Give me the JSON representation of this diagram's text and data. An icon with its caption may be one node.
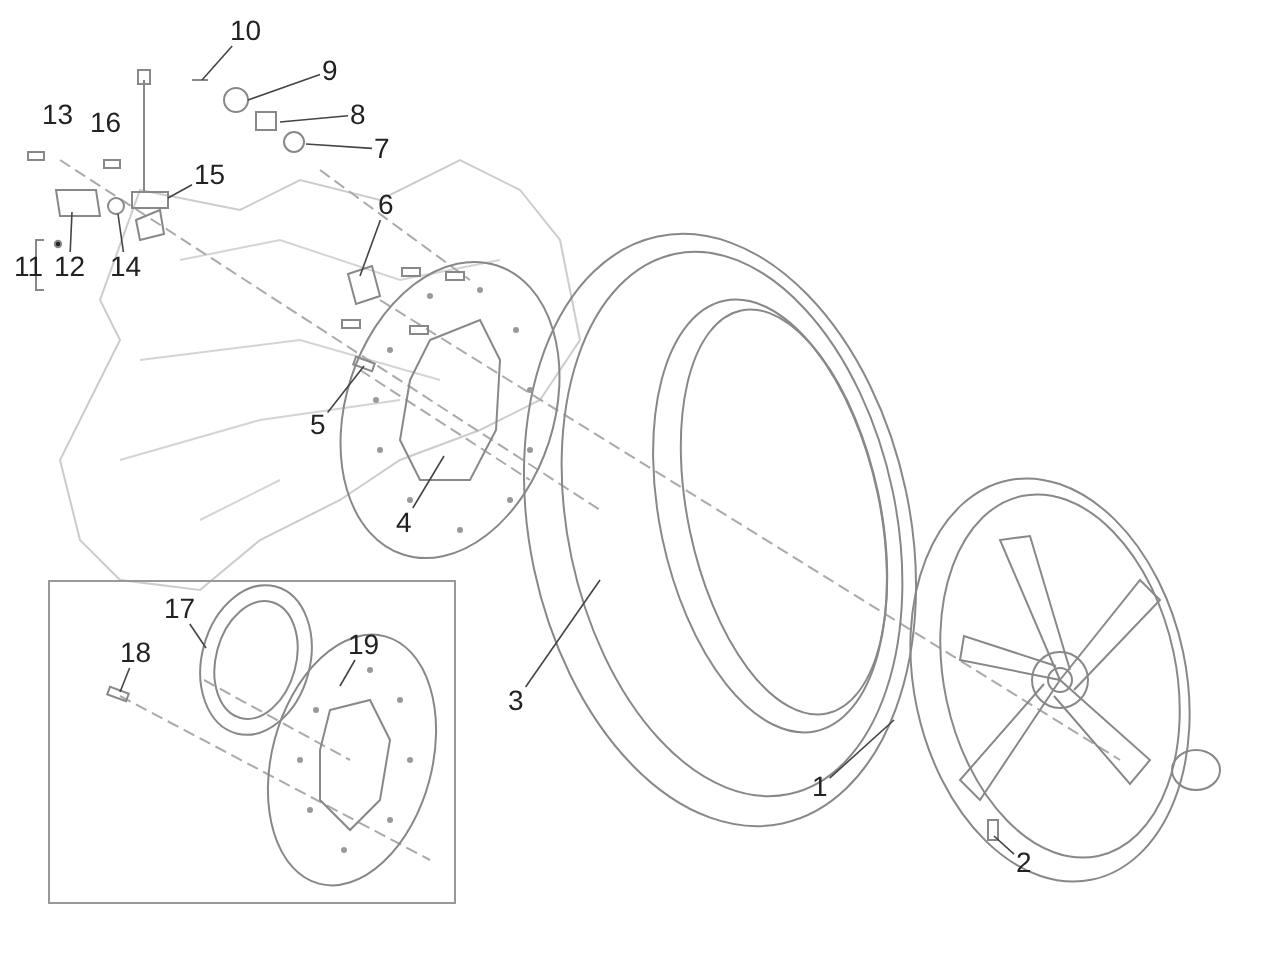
{
  "diagram": {
    "nodes": [
      {
        "text": [
          "10"
        ]
      },
      {
        "text": [
          "9"
        ]
      },
      {
        "text": [
          "8"
        ]
      },
      {
        "text": [
          "7"
        ]
      },
      {
        "text": [
          "15"
        ]
      },
      {
        "text": [
          "12"
        ]
      },
      {
        "text": [
          "14"
        ]
      },
      {
        "text": [
          "6"
        ]
      },
      {
        "text": [
          "5"
        ]
      },
      {
        "text": [
          "4"
        ]
      },
      {
        "text": [],
        "shape": "box"
      },
      {
        "text": [
          "18"
        ],
        "in": 10
      },
      {
        "text": [
          "17"
        ],
        "in": 10
      },
      {
        "text": [
          "19"
        ],
        "in": 10
      },
      {
        "text": [
          "3"
        ]
      },
      {
        "text": [
          "1"
        ]
      },
      {
        "text": [
          "2"
        ]
      }
    ],
    "edges": [
      {
        "from": 0,
        "to": null,
        "arrow": "none"
      },
      {
        "from": 1,
        "to": null,
        "arrow": "none"
      },
      {
        "from": 2,
        "to": null,
        "arrow": "none"
      },
      {
        "from": 3,
        "to": null,
        "arrow": "none"
      },
      {
        "from": 4,
        "to": null,
        "arrow": "none"
      },
      {
        "from": 5,
        "to": null,
        "arrow": "none"
      },
      {
        "from": 6,
        "to": null,
        "arrow": "none"
      },
      {
        "from": 7,
        "to": null,
        "arrow": "none"
      },
      {
        "from": 8,
        "to": null,
        "arrow": "none"
      },
      {
        "from": 9,
        "to": null,
        "arrow": "none"
      },
      {
        "from": 11,
        "to": null,
        "arrow": "none"
      },
      {
        "from": 12,
        "to": null,
        "arrow": "none"
      },
      {
        "from": 13,
        "to": null,
        "arrow": "none"
      },
      {
        "from": 14,
        "to": null,
        "arrow": "none"
      },
      {
        "from": 15,
        "to": null,
        "arrow": "none"
      },
      {
        "from": 16,
        "to": null,
        "arrow": "none"
      }
    ],
    "labels": [
      "13",
      "16",
      "11"
    ]
  }
}
